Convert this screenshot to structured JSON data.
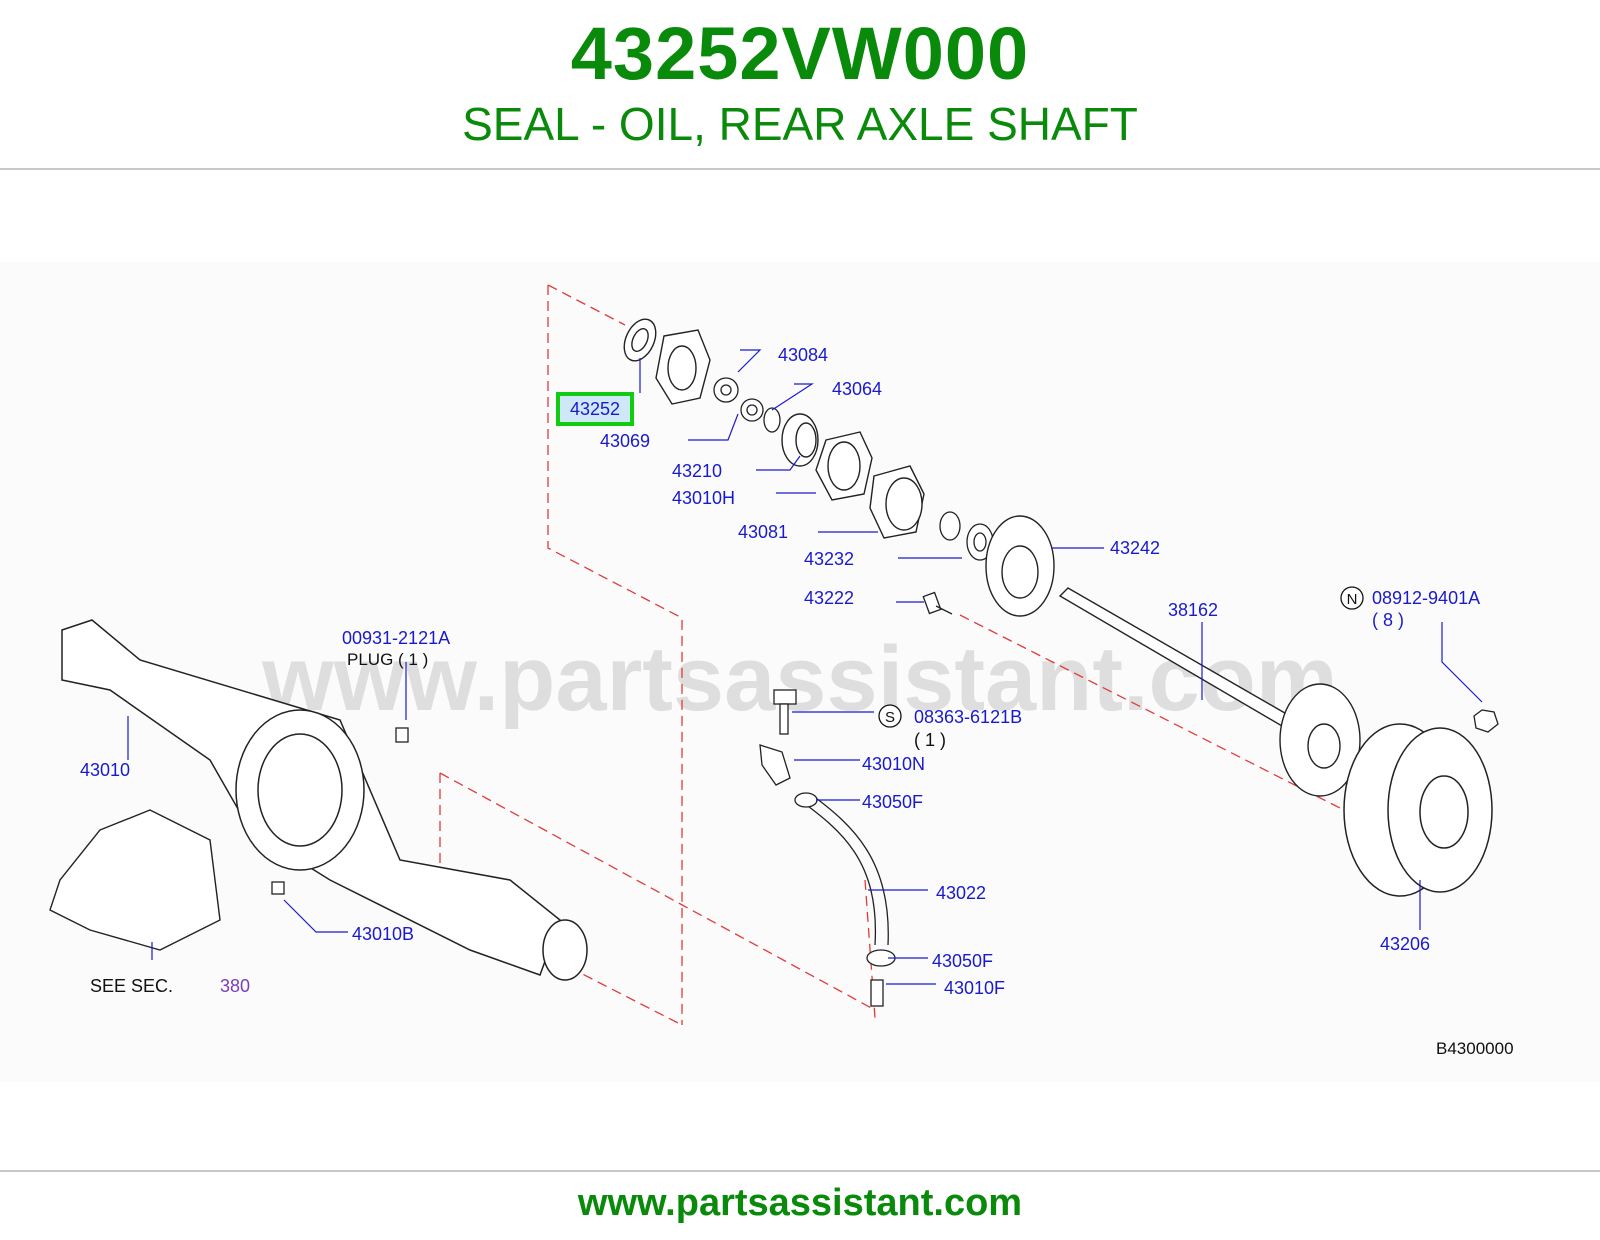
{
  "header": {
    "part_number": "43252VW000",
    "description": "SEAL - OIL, REAR AXLE SHAFT"
  },
  "diagram": {
    "watermark": "www.partsassistant.com",
    "highlighted_callout": "43252",
    "callouts": [
      "43084",
      "43064",
      "43069",
      "43210",
      "43010H",
      "43081",
      "43232",
      "43242",
      "43222",
      "38162",
      "08912-9401A",
      "( 8 )",
      "00931-2121A",
      "PLUG ( 1 )",
      "43010",
      "08363-6121B",
      "( 1 )",
      "43010N",
      "43050F",
      "43022",
      "43050F",
      "43010F",
      "43010B",
      "43206"
    ],
    "see_section_label": "SEE SEC.",
    "see_section_number": "380",
    "prefix_n": "N",
    "prefix_s": "S",
    "figure_code": "B4300000",
    "colors": {
      "callout_text": "#1a1acc",
      "highlight_box": "#11cc11",
      "highlight_fill": "#cfe8f7",
      "section_link": "#7a3fb8",
      "dash_line": "#e23a3a"
    }
  },
  "footer": {
    "url": "www.partsassistant.com"
  }
}
